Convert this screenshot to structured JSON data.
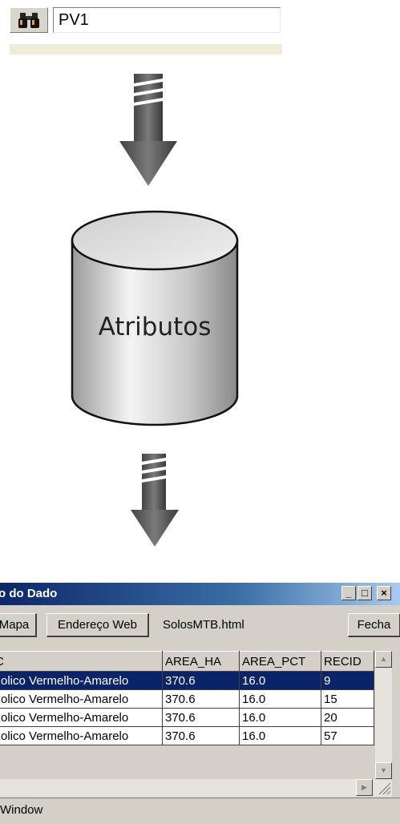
{
  "search": {
    "value": "PV1",
    "button_icon": "binoculars-icon"
  },
  "database": {
    "label": "Atributos"
  },
  "window": {
    "title": "o do Dado",
    "buttons": {
      "minimize": "_",
      "maximize": "□",
      "close": "×"
    },
    "toolbar": {
      "map_label": "Mapa",
      "web_address_label": "Endereço Web",
      "url": "SolosMTB.html",
      "close_label": "Fecha"
    },
    "table": {
      "columns": [
        "C",
        "AREA_HA",
        "AREA_PCT",
        "RECID"
      ],
      "rows": [
        [
          "zolico Vermelho-Amarelo",
          "370.6",
          "16.0",
          "9"
        ],
        [
          "zolico Vermelho-Amarelo",
          "370.6",
          "16.0",
          "15"
        ],
        [
          "zolico Vermelho-Amarelo",
          "370.6",
          "16.0",
          "20"
        ],
        [
          "zolico Vermelho-Amarelo",
          "370.6",
          "16.0",
          "57"
        ]
      ],
      "selected_row": 0
    },
    "status": "Window"
  },
  "colors": {
    "selection": "#0a246a",
    "title_gradient_start": "#0a246a",
    "title_gradient_end": "#a6caf0",
    "arrow": "#555555"
  }
}
